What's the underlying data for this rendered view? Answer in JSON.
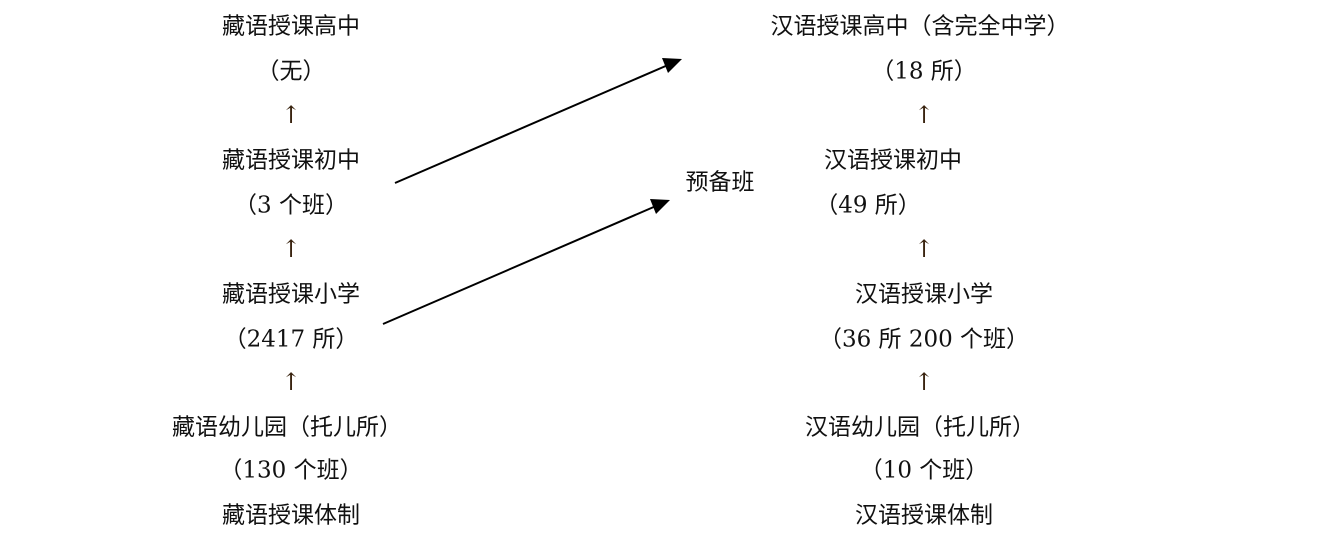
{
  "left": {
    "high": "藏语授课高中",
    "high_count": "（无）",
    "middle": "藏语授课初中",
    "middle_count": "（3 个班）",
    "primary": "藏语授课小学",
    "primary_count": "（2417 所）",
    "kinder": "藏语幼儿园（托儿所）",
    "kinder_count": "（130 个班）",
    "caption": "藏语授课体制"
  },
  "right": {
    "high": "汉语授课高中（含完全中学）",
    "high_count": "（18 所）",
    "middle": "汉语授课初中",
    "middle_count": "（49 所）",
    "primary": "汉语授课小学",
    "primary_count": "（36 所 200 个班）",
    "kinder": "汉语幼儿园（托儿所）",
    "kinder_count": "（10 个班）",
    "caption": "汉语授课体制"
  },
  "prep": "预备班",
  "arrow_glyph": "↑"
}
